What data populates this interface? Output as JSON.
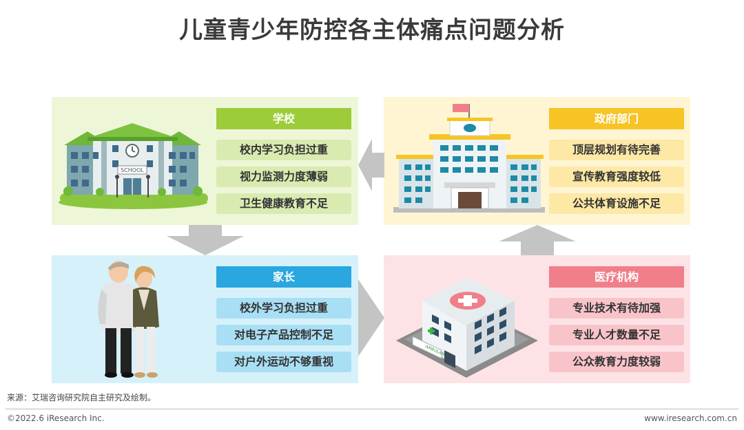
{
  "title": "儿童青少年防控各主体痛点问题分析",
  "colors": {
    "school_head": "#9ccc3a",
    "school_item": "#d9ebb0",
    "school_bg": "#eef6d8",
    "gov_head": "#f7c425",
    "gov_item": "#fde8a6",
    "gov_bg": "#fff5d3",
    "parent_head": "#2aa7df",
    "parent_item": "#a8dff5",
    "parent_bg": "#d6f1fa",
    "med_head": "#f07f8a",
    "med_item": "#f8c4ca",
    "med_bg": "#fde3e6",
    "arrow": "#c4c4c4"
  },
  "panels": {
    "school": {
      "title": "学校",
      "items": [
        "校内学习负担过重",
        "视力监测力度薄弱",
        "卫生健康教育不足"
      ],
      "sign": "SCHOOL",
      "icon": "school-building"
    },
    "gov": {
      "title": "政府部门",
      "items": [
        "顶层规划有待完善",
        "宣传教育强度较低",
        "公共体育设施不足"
      ],
      "icon": "government-building"
    },
    "parent": {
      "title": "家长",
      "items": [
        "校外学习负担过重",
        "对电子产品控制不足",
        "对户外运动不够重视"
      ],
      "icon": "parents-couple"
    },
    "med": {
      "title": "医疗机构",
      "items": [
        "专业技术有待加强",
        "专业人才数量不足",
        "公众教育力度较弱"
      ],
      "sign": "AMBULANCE",
      "icon": "hospital-building"
    }
  },
  "footer": {
    "source": "来源：艾瑞咨询研究院自主研究及绘制。",
    "copyright": "©2022.6 iResearch Inc.",
    "website": "www.iresearch.com.cn"
  }
}
